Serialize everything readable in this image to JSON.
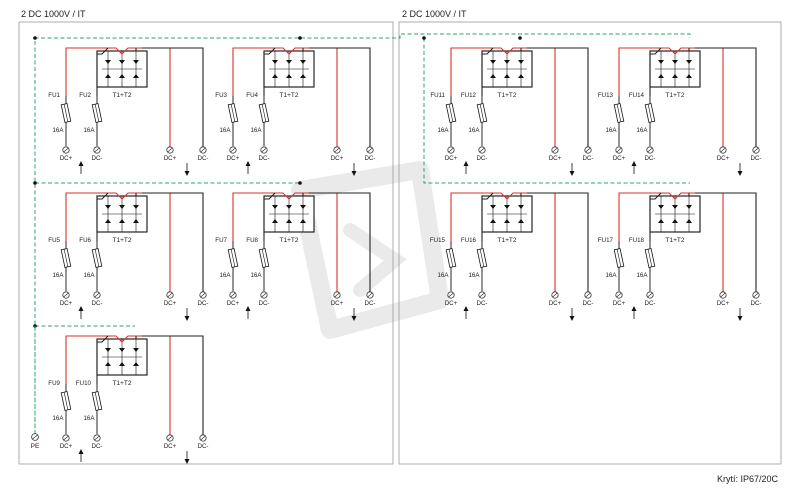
{
  "panels": [
    {
      "title": "2 DC 1000V / IT"
    },
    {
      "title": "2 DC 1000V / IT"
    }
  ],
  "rating": "Krytí: IP67/20C",
  "labels": {
    "spd": "T1+T2",
    "fuse_rating": "16A",
    "dc_plus": "DC+",
    "dc_minus": "DC-",
    "pe": "PE"
  },
  "units": [
    {
      "fuses": [
        "FU1",
        "FU2"
      ]
    },
    {
      "fuses": [
        "FU3",
        "FU4"
      ]
    },
    {
      "fuses": [
        "FU5",
        "FU6"
      ]
    },
    {
      "fuses": [
        "FU7",
        "FU8"
      ]
    },
    {
      "fuses": [
        "FU9",
        "FU10"
      ]
    },
    {
      "fuses": [
        "FU11",
        "FU12"
      ]
    },
    {
      "fuses": [
        "FU13",
        "FU14"
      ]
    },
    {
      "fuses": [
        "FU15",
        "FU16"
      ]
    },
    {
      "fuses": [
        "FU17",
        "FU18"
      ]
    }
  ],
  "colors": {
    "positive_wire": "#d8312b",
    "negative_wire": "#222222",
    "earth_wire": "#2aa86a",
    "frame": "#9a9a9a",
    "watermark": "#d9d9d9"
  }
}
